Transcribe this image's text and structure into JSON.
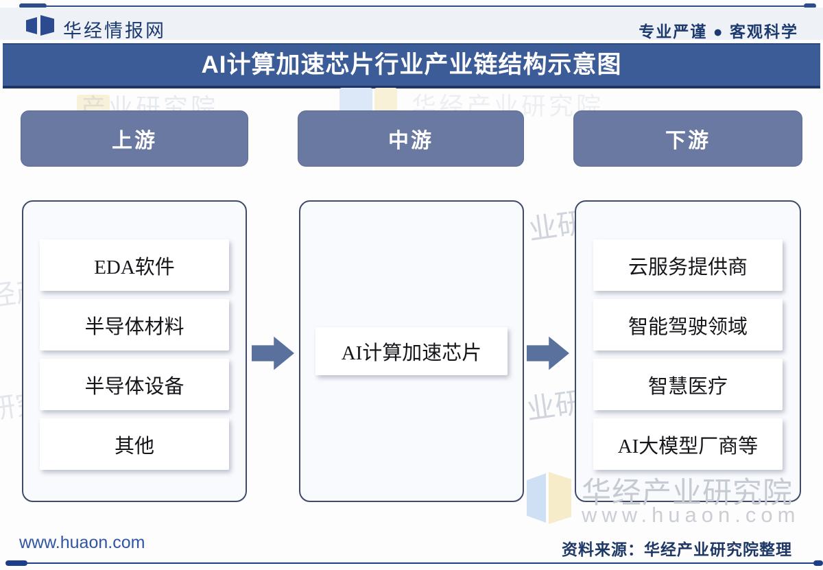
{
  "header": {
    "brand": "华经情报网",
    "slogan": "专业严谨 ● 客观科学"
  },
  "title_bar": {
    "title": "AI计算加速芯片行业产业链结构示意图"
  },
  "chain": {
    "upstream": {
      "label": "上游",
      "items": [
        "EDA软件",
        "半导体材料",
        "半导体设备",
        "其他"
      ]
    },
    "midstream": {
      "label": "中游",
      "items": [
        "AI计算加速芯片"
      ]
    },
    "downstream": {
      "label": "下游",
      "items": [
        "云服务提供商",
        "智能驾驶领域",
        "智慧医疗",
        "AI大模型厂商等"
      ]
    }
  },
  "footer": {
    "site": "www.huaon.com",
    "source": "资料来源：华经产业研究院整理"
  },
  "watermarks": {
    "org": "华经产业研究院",
    "url": "www.huaon.com",
    "fragment_right_1": "业研",
    "fragment_right_2": "业研",
    "fragment_top": "产业研究院",
    "fragment_left_1": "经产",
    "fragment_left_2": "研究"
  },
  "colors": {
    "title_bar": "#3C5C98",
    "stage_header": "#6A79A1",
    "arrow": "#5A719E",
    "accent_navy": "#1D3A70",
    "link_blue": "#2F55A4"
  }
}
